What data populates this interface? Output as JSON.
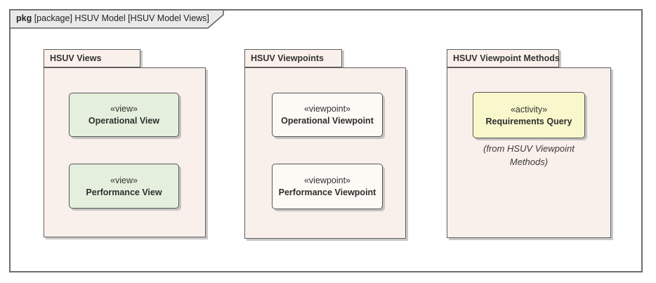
{
  "frame": {
    "keyword": "pkg",
    "title": " [package] HSUV Model [HSUV Model Views]"
  },
  "colors": {
    "package_fill": "#faf0eb",
    "view_fill": "#e4f0dd",
    "viewpoint_fill": "#fdf9f5",
    "activity_fill": "#f9f8cc",
    "frame_label_fill": "#e9e9e9",
    "border": "#5f5f5f",
    "shadow": "#c9c9c9",
    "text": "#333333"
  },
  "packages": [
    {
      "name": "HSUV Views",
      "elements": [
        {
          "stereotype": "«view»",
          "name": "Operational View"
        },
        {
          "stereotype": "«view»",
          "name": "Performance View"
        }
      ]
    },
    {
      "name": "HSUV Viewpoints",
      "elements": [
        {
          "stereotype": "«viewpoint»",
          "name": "Operational Viewpoint"
        },
        {
          "stereotype": "«viewpoint»",
          "name": "Performance Viewpoint"
        }
      ]
    },
    {
      "name": "HSUV Viewpoint Methods",
      "elements": [
        {
          "stereotype": "«activity»",
          "name": "Requirements Query"
        }
      ],
      "note_lines": [
        "(from HSUV Viewpoint",
        "Methods)"
      ]
    }
  ]
}
